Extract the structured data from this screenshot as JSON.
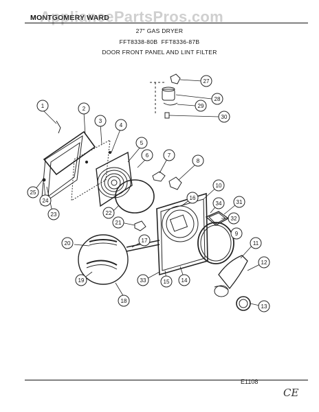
{
  "header": {
    "brand": "MONTGOMERY WARD",
    "model_title": "27\" GAS DRYER",
    "model_numbers": "FFT8338-80B  FFT8336-87B",
    "section_title": "DOOR FRONT PANEL AND LINT FILTER"
  },
  "watermark": "AppliancePartsPros.com",
  "callouts": [
    "1",
    "2",
    "3",
    "4",
    "5",
    "6",
    "7",
    "8",
    "9",
    "10",
    "11",
    "12",
    "13",
    "14",
    "15",
    "16",
    "17",
    "18",
    "19",
    "20",
    "21",
    "22",
    "23",
    "24",
    "25",
    "27",
    "28",
    "29",
    "30",
    "31",
    "32",
    "33",
    "34"
  ],
  "footer": {
    "diagram_code": "E1108",
    "corner_mark": "CE"
  }
}
